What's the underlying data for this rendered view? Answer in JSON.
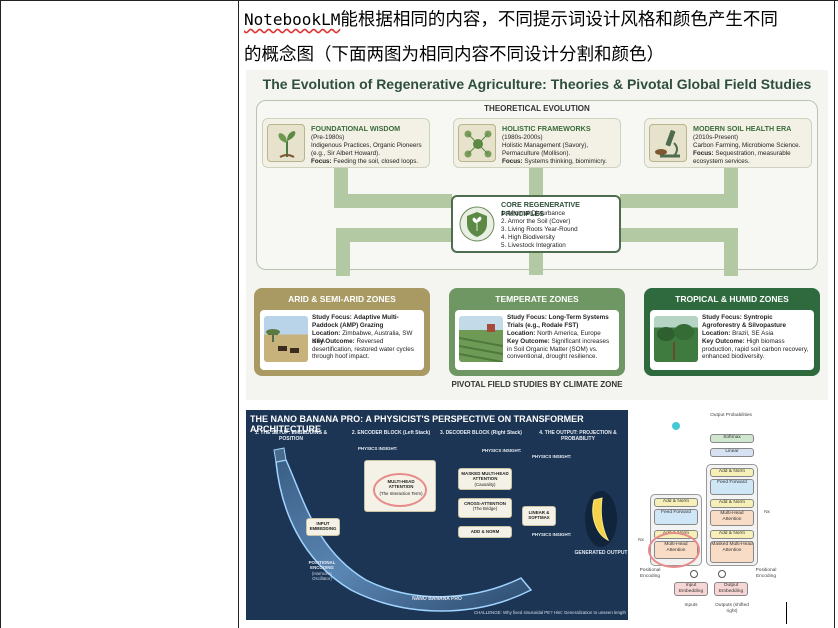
{
  "intro": {
    "en": "NotebookLM",
    "rest1": "能根据相同的内容，不同提示词设计风格和颜色产生不同",
    "line2": "的概念图（下面两图为相同内容不同设计分割和颜色）"
  },
  "info1": {
    "title": "The Evolution of Regenerative Agriculture: Theories & Pivotal Global Field Studies",
    "theory_label": "THEORETICAL EVOLUTION",
    "cards": [
      {
        "title": "FOUNDATIONAL WISDOM",
        "subtitle": "(Pre-1980s)",
        "body": "Indigenous Practices, Organic Pioneers (e.g., Sir Albert Howard).",
        "focus_label": "Focus:",
        "focus": "Feeding the soil, closed loops."
      },
      {
        "title": "HOLISTIC FRAMEWORKS",
        "subtitle": "(1980s-2000s)",
        "body": "Holistic Management (Savory), Permaculture (Mollison).",
        "focus_label": "Focus:",
        "focus": "Systems thinking, biomimicry."
      },
      {
        "title": "MODERN SOIL HEALTH ERA",
        "subtitle": "(2010s-Present)",
        "body": "Carbon Farming, Microbiome Science.",
        "focus_label": "Focus:",
        "focus": "Sequestration, measurable ecosystem services."
      }
    ],
    "core": {
      "title": "CORE REGENERATIVE PRINCIPLES",
      "items": [
        "1. Minimal Disturbance",
        "2. Armor the Soil (Cover)",
        "3. Living Roots Year-Round",
        "4. High Biodiversity",
        "5. Livestock Integration"
      ]
    },
    "zones": [
      {
        "title": "ARID & SEMI-ARID ZONES",
        "color": "#a99a63",
        "study_label": "Study Focus:",
        "study": "Adaptive Multi-Paddock (AMP) Grazing",
        "location_label": "Location:",
        "location": "Zimbabwe, Australia, SW USA",
        "outcome_label": "Key Outcome:",
        "outcome": "Reversed desertification, restored water cycles through hoof impact."
      },
      {
        "title": "TEMPERATE ZONES",
        "color": "#6f9763",
        "study_label": "Study Focus:",
        "study": "Long-Term Systems Trials (e.g., Rodale FST)",
        "location_label": "Location:",
        "location": "North America, Europe",
        "outcome_label": "Key Outcome:",
        "outcome": "Significant increases in Soil Organic Matter (SOM) vs. conventional, drought resilience."
      },
      {
        "title": "TROPICAL & HUMID ZONES",
        "color": "#2f6a3e",
        "study_label": "Study Focus:",
        "study": "Syntropic Agroforestry & Silvopasture",
        "location_label": "Location:",
        "location": "Brazil, SE Asia",
        "outcome_label": "Key Outcome:",
        "outcome": "High biomass production, rapid soil carbon recovery, enhanced biodiversity."
      }
    ],
    "pivotal_label": "PIVOTAL FIELD STUDIES BY CLIMATE ZONE"
  },
  "info2": {
    "title": "THE NANO BANANA PRO: A PHYSICIST'S PERSPECTIVE ON TRANSFORMER ARCHITECTURE",
    "sections": [
      "1. THE SETUP: EMBEDDING & POSITION",
      "2. ENCODER BLOCK (Left Stack)",
      "3. DECODER BLOCK (Right Stack)",
      "4. THE OUTPUT: PROJECTION & PROBABILITY"
    ],
    "boxes": {
      "input_embedding": "INPUT EMBEDDING",
      "multi_head": "MULTI-HEAD ATTENTION",
      "multi_head_sub": "(The Interaction Term)",
      "masked": "MASKED MULTI-HEAD ATTENTION",
      "masked_sub": "(Causality)",
      "cross": "CROSS-ATTENTION",
      "cross_sub": "(The Bridge)",
      "add_norm": "ADD & NORM",
      "linear": "LINEAR & SOFTMAX",
      "positional": "POSITIONAL ENCODING",
      "positional_sub": "(Harmonic Oscillator)",
      "generated": "GENERATED OUTPUT"
    },
    "physics_insight": "PHYSICS INSIGHT:",
    "caption": "NANO BANANA PRO",
    "footer": "CHALLENGE: Why fixed sinusoidal PE? Hint: Generalization to unseen length"
  },
  "info3": {
    "output_prob": "Output Probabilities",
    "softmax": "Softmax",
    "linear": "Linear",
    "add_norm": "Add & Norm",
    "feed_forward": "Feed Forward",
    "multi_head": "Multi-Head Attention",
    "masked": "Masked Multi-Head Attention",
    "nx": "Nx",
    "positional": "Positional Encoding",
    "input_emb": "Input Embedding",
    "output_emb": "Output Embedding",
    "inputs": "Inputs",
    "outputs": "Outputs (shifted right)"
  }
}
